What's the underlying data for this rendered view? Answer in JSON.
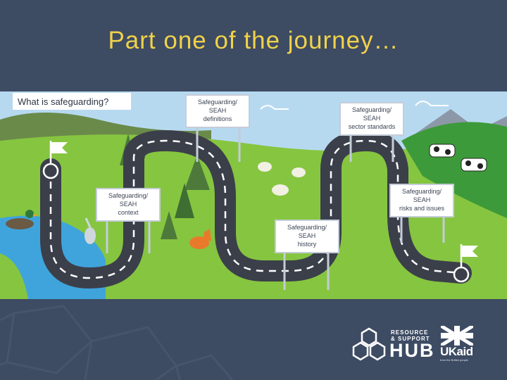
{
  "title": "Part one of the journey…",
  "map": {
    "header_label": "What is safeguarding?",
    "signs": [
      {
        "line1": "Safeguarding/",
        "line2": "SEAH",
        "line3": "definitions"
      },
      {
        "line1": "Safeguarding/",
        "line2": "SEAH",
        "line3": "sector standards"
      },
      {
        "line1": "Safeguarding/",
        "line2": "SEAH",
        "line3": "context"
      },
      {
        "line1": "Safeguarding/",
        "line2": "SEAH",
        "line3": "risks and issues"
      },
      {
        "line1": "Safeguarding/",
        "line2": "SEAH",
        "line3": "history"
      }
    ]
  },
  "logos": {
    "hub_line1": "RESOURCE",
    "hub_line2": "& SUPPORT",
    "hub_big": "HUB",
    "ukaid": "UKaid",
    "ukaid_small": "from the British people"
  },
  "colors": {
    "background": "#3d4b63",
    "title": "#f0d24a",
    "grass": "#86c540",
    "sky": "#b7d9f0",
    "road": "#3b3f4a"
  }
}
